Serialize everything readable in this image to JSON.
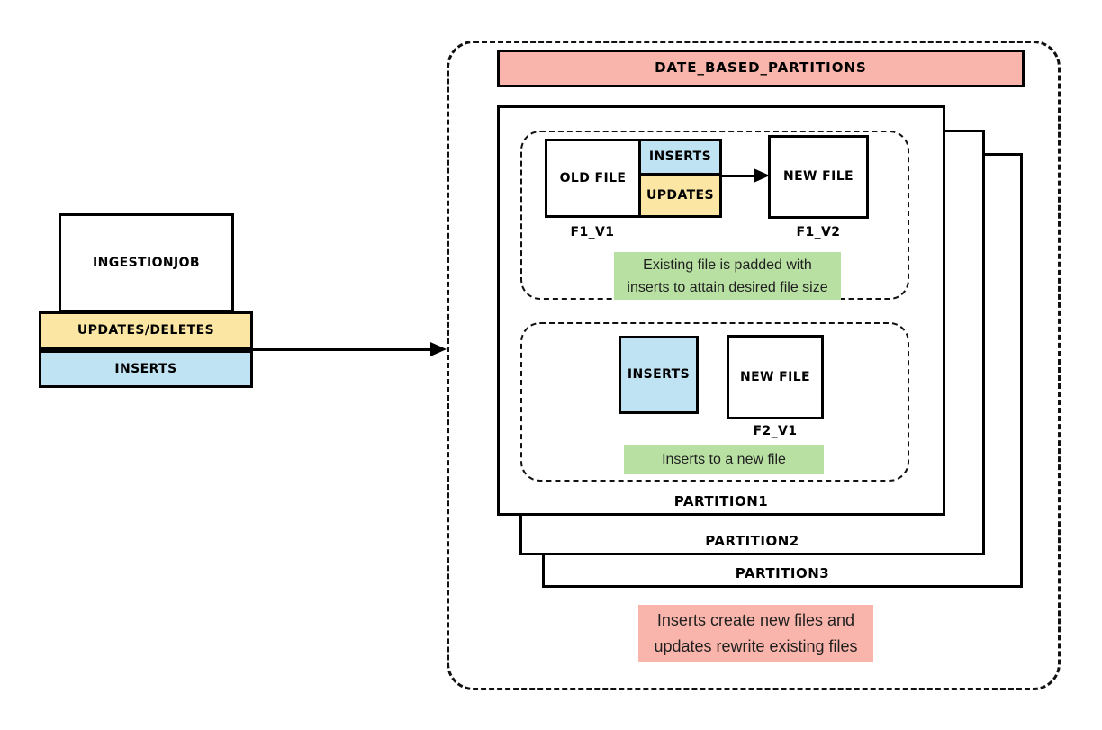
{
  "colors": {
    "pink": "#f9b5ab",
    "yellow": "#fbe7a3",
    "blue": "#bfe3f3",
    "green": "#b9e0a3",
    "stroke": "#000000"
  },
  "source": {
    "job_label": "INGESTIONJOB",
    "updates_deletes_label": "UPDATES/DELETES",
    "inserts_label": "INSERTS"
  },
  "partitions_container": {
    "title": "DATE_BASED_PARTITIONS",
    "partitions": [
      {
        "label": "PARTITION1"
      },
      {
        "label": "PARTITION2"
      },
      {
        "label": "PARTITION3"
      }
    ],
    "existing_file_flow": {
      "old_file_label": "OLD FILE",
      "inserts_label": "INSERTS",
      "updates_label": "UPDATES",
      "new_file_label": "NEW FILE",
      "old_file_name": "F1_V1",
      "new_file_name": "F1_V2",
      "note": "Existing file is padded with\ninserts to attain desired file size"
    },
    "new_file_flow": {
      "inserts_label": "INSERTS",
      "new_file_label": "NEW FILE",
      "new_file_name": "F2_V1",
      "note": "Inserts to a new file"
    },
    "summary_note": "Inserts create new files and\nupdates rewrite existing files"
  }
}
